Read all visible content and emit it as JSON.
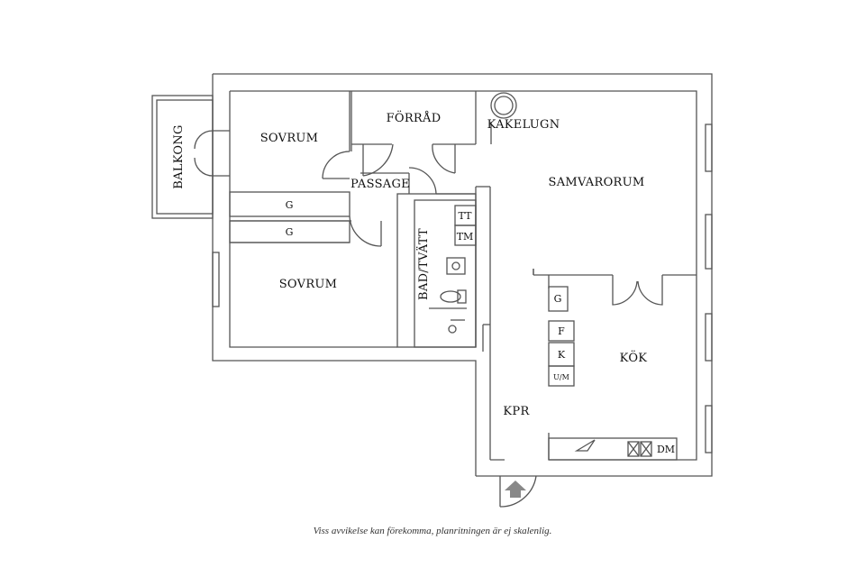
{
  "rooms": {
    "balcony": "BALKONG",
    "bedroom_top": "SOVRUM",
    "bedroom_bottom": "SOVRUM",
    "storage": "FÖRRÅD",
    "tiled_stove": "KAKELUGN",
    "passage": "PASSAGE",
    "living_room": "SAMVARORUM",
    "bathroom": "BAD/TVÄTT",
    "kitchen": "KÖK",
    "hallway": "KPR"
  },
  "fixtures": {
    "wardrobe_top": "G",
    "wardrobe_bottom": "G",
    "wardrobe_kitchen": "G",
    "tumble_dryer": "TT",
    "washing_machine": "TM",
    "fridge": "F",
    "freezer": "K",
    "oven_microwave": "U/M",
    "dishwasher": "DM"
  },
  "disclaimer": "Viss avvikelse kan förekomma, planritningen är ej skalenlig."
}
